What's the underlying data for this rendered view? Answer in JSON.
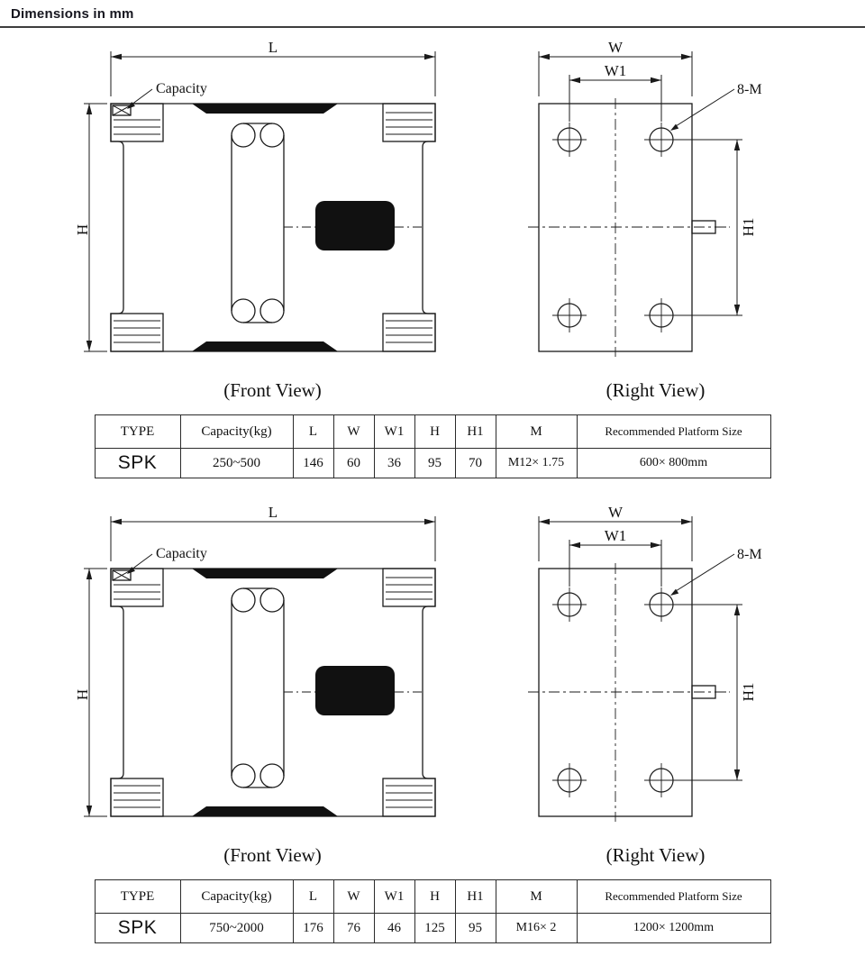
{
  "page": {
    "title": "Dimensions in mm"
  },
  "sections": [
    {
      "front": {
        "caption": "(Front View)",
        "dim_L": "L",
        "dim_H": "H",
        "capacity_label": "Capacity"
      },
      "right": {
        "caption": "(Right View)",
        "dim_W": "W",
        "dim_W1": "W1",
        "dim_H1": "H1",
        "bolt_label": "8-M"
      },
      "table": {
        "headers": [
          "TYPE",
          "Capacity(kg)",
          "L",
          "W",
          "W1",
          "H",
          "H1",
          "M",
          "Recommended Platform Size"
        ],
        "row": [
          "SPK",
          "250~500",
          "146",
          "60",
          "36",
          "95",
          "70",
          "M12× 1.75",
          "600× 800mm"
        ]
      }
    },
    {
      "front": {
        "caption": "(Front View)",
        "dim_L": "L",
        "dim_H": "H",
        "capacity_label": "Capacity"
      },
      "right": {
        "caption": "(Right View)",
        "dim_W": "W",
        "dim_W1": "W1",
        "dim_H1": "H1",
        "bolt_label": "8-M"
      },
      "table": {
        "headers": [
          "TYPE",
          "Capacity(kg)",
          "L",
          "W",
          "W1",
          "H",
          "H1",
          "M",
          "Recommended Platform Size"
        ],
        "row": [
          "SPK",
          "750~2000",
          "176",
          "76",
          "46",
          "125",
          "95",
          "M16× 2",
          "1200× 1200mm"
        ]
      }
    }
  ]
}
